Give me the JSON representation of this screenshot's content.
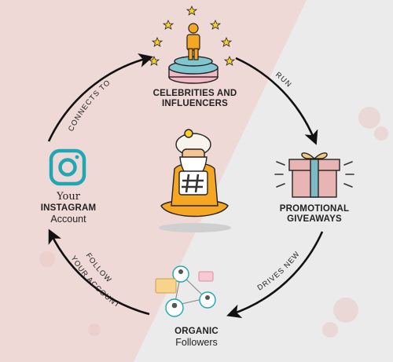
{
  "nodes": {
    "celebrities": {
      "line1": "CELEBRITIES AND",
      "line2": "INFLUENCERS"
    },
    "giveaways": {
      "line1": "PROMOTIONAL",
      "line2": "GIVEAWAYS"
    },
    "followers": {
      "line1": "ORGANIC",
      "line2": "Followers"
    },
    "account": {
      "line1": "Your",
      "line2": "INSTAGRAM",
      "line3": "Account"
    }
  },
  "arrows": {
    "connects_to": "CONNECTS TO",
    "run": "RUN",
    "drives_new": "DRIVES NEW",
    "follow_line1": "FOLLOW",
    "follow_line2": "YOUR ACCOUNT"
  },
  "colors": {
    "background_left": "#eed9d6",
    "background_right": "#ebebeb",
    "instagram": "#1fa7b3",
    "gift_box": "#e8b4b4",
    "gift_ribbon": "#7fb9c4",
    "guru_robe": "#f5a623",
    "star": "#f8d12e",
    "pedestal_top": "#7fc6cf",
    "pedestal_bottom": "#f2b8c6"
  }
}
